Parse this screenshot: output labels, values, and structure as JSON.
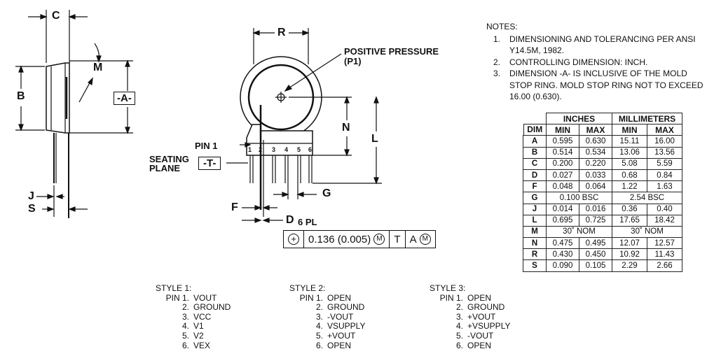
{
  "labels": {
    "c": "C",
    "b": "B",
    "m": "M",
    "a_datum": "-A-",
    "r": "R",
    "positive_pressure": "POSITIVE PRESSURE",
    "p1": "(P1)",
    "n": "N",
    "l": "L",
    "pin1": "PIN 1",
    "seating": "SEATING",
    "plane": "PLANE",
    "t_datum": "-T-",
    "j": "J",
    "s": "S",
    "g": "G",
    "f": "F",
    "d": "D",
    "six_pl": "6 PL",
    "pin_numbers": [
      "1",
      "2",
      "3",
      "4",
      "5",
      "6"
    ]
  },
  "tolerance": {
    "value": "0.136 (0.005)",
    "m1": "M",
    "t": "T",
    "a": "A",
    "m2": "M"
  },
  "notes": {
    "heading": "NOTES:",
    "items": [
      {
        "num": "1.",
        "text": "DIMENSIONING AND TOLERANCING PER ANSI Y14.5M, 1982."
      },
      {
        "num": "2.",
        "text": "CONTROLLING DIMENSION: INCH."
      },
      {
        "num": "3.",
        "text": "DIMENSION -A- IS INCLUSIVE OF THE MOLD STOP RING. MOLD STOP RING NOT TO EXCEED 16.00 (0.630)."
      }
    ]
  },
  "table": {
    "group_inches": "INCHES",
    "group_mm": "MILLIMETERS",
    "headers": [
      "DIM",
      "MIN",
      "MAX",
      "MIN",
      "MAX"
    ],
    "rows": [
      [
        "A",
        "0.595",
        "0.630",
        "15.11",
        "16.00"
      ],
      [
        "B",
        "0.514",
        "0.534",
        "13.06",
        "13.56"
      ],
      [
        "C",
        "0.200",
        "0.220",
        "5.08",
        "5.59"
      ],
      [
        "D",
        "0.027",
        "0.033",
        "0.68",
        "0.84"
      ],
      [
        "F",
        "0.048",
        "0.064",
        "1.22",
        "1.63"
      ],
      [
        "G",
        "0.100 BSC",
        "",
        "2.54 BSC",
        ""
      ],
      [
        "J",
        "0.014",
        "0.016",
        "0.36",
        "0.40"
      ],
      [
        "L",
        "0.695",
        "0.725",
        "17.65",
        "18.42"
      ],
      [
        "M",
        "30˚ NOM",
        "",
        "30˚ NOM",
        ""
      ],
      [
        "N",
        "0.475",
        "0.495",
        "12.07",
        "12.57"
      ],
      [
        "R",
        "0.430",
        "0.450",
        "10.92",
        "11.43"
      ],
      [
        "S",
        "0.090",
        "0.105",
        "2.29",
        "2.66"
      ]
    ]
  },
  "styles": [
    {
      "title": "STYLE 1:",
      "pin_prefix": "PIN",
      "pins": [
        [
          "1.",
          "VOUT"
        ],
        [
          "2.",
          "GROUND"
        ],
        [
          "3.",
          "VCC"
        ],
        [
          "4.",
          "V1"
        ],
        [
          "5.",
          "V2"
        ],
        [
          "6.",
          "VEX"
        ]
      ]
    },
    {
      "title": "STYLE 2:",
      "pin_prefix": "PIN",
      "pins": [
        [
          "1.",
          "OPEN"
        ],
        [
          "2.",
          "GROUND"
        ],
        [
          "3.",
          "-VOUT"
        ],
        [
          "4.",
          "VSUPPLY"
        ],
        [
          "5.",
          "+VOUT"
        ],
        [
          "6.",
          "OPEN"
        ]
      ]
    },
    {
      "title": "STYLE 3:",
      "pin_prefix": "PIN",
      "pins": [
        [
          "1.",
          "OPEN"
        ],
        [
          "2.",
          "GROUND"
        ],
        [
          "3.",
          "+VOUT"
        ],
        [
          "4.",
          "+VSUPPLY"
        ],
        [
          "5.",
          "-VOUT"
        ],
        [
          "6.",
          "OPEN"
        ]
      ]
    }
  ]
}
